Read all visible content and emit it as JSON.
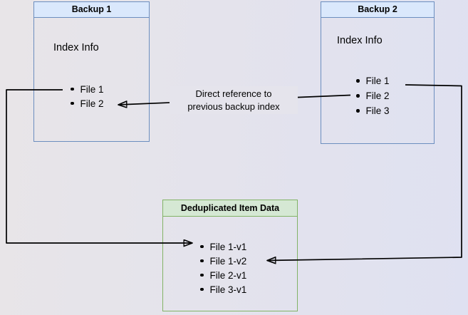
{
  "diagram": {
    "backup1": {
      "title": "Backup 1",
      "heading": "Index Info",
      "files": [
        "File 1",
        "File 2"
      ]
    },
    "backup2": {
      "title": "Backup 2",
      "heading": "Index Info",
      "files": [
        "File 1",
        "File 2",
        "File 3"
      ]
    },
    "dedup": {
      "title": "Deduplicated Item Data",
      "files": [
        "File 1-v1",
        "File 1-v2",
        "File 2-v1",
        "File 3-v1"
      ]
    },
    "edge_label": {
      "line1": "Direct reference to",
      "line2": "previous backup index"
    }
  },
  "colors": {
    "backup_box_border": "#6c8ebf",
    "backup_header_fill": "#dae8fc",
    "dedup_box_border": "#82b366",
    "dedup_header_fill": "#d5e8d4",
    "arrow": "#000000",
    "background_left": "#e8e5e8",
    "background_right": "#dfe1f1",
    "text": "#000000"
  }
}
